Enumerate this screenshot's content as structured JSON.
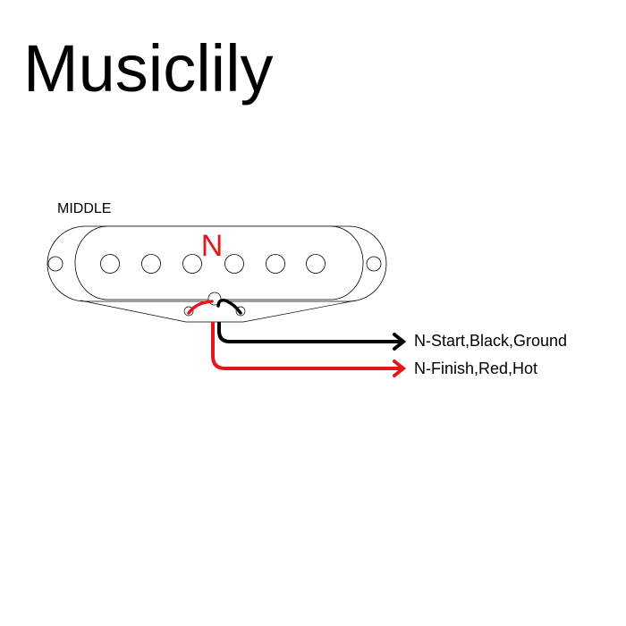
{
  "brand": "Musiclily",
  "pickup": {
    "position_label": "MIDDLE",
    "polarity_label": "N"
  },
  "wires": [
    {
      "label": "N-Start,Black,Ground",
      "color": "#000000"
    },
    {
      "label": "N-Finish,Red,Hot",
      "color": "#e3161d"
    }
  ],
  "colors": {
    "accent": "#e3161d",
    "line": "#000000"
  }
}
